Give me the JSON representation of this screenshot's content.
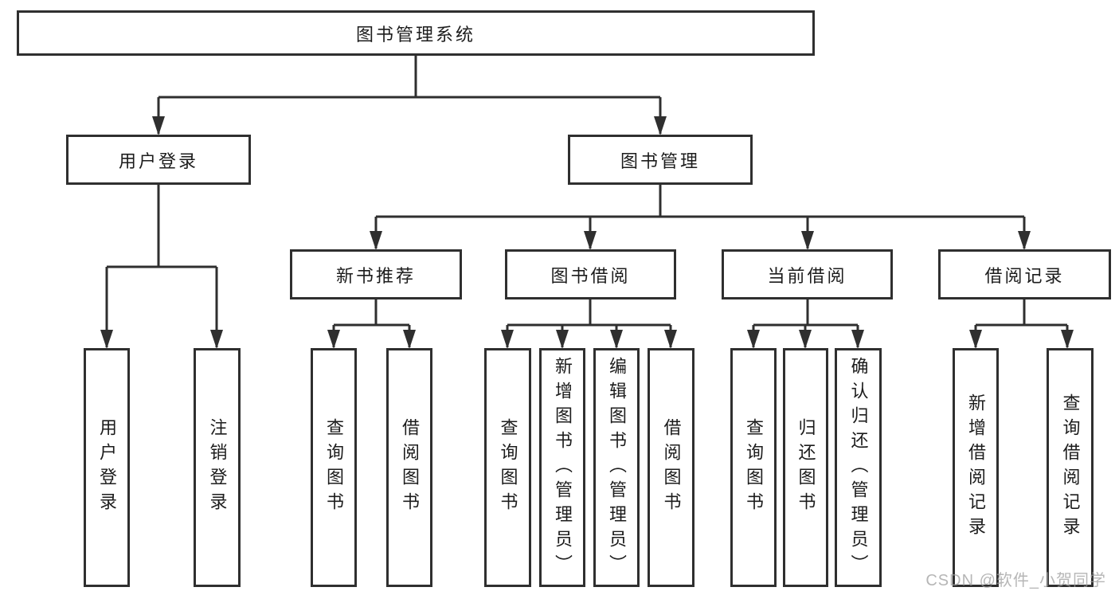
{
  "tree": {
    "label": "图书管理系统",
    "children": [
      {
        "label": "用户登录",
        "children": [
          {
            "label": "用户登录"
          },
          {
            "label": "注销登录"
          }
        ]
      },
      {
        "label": "图书管理",
        "children": [
          {
            "label": "新书推荐",
            "children": [
              {
                "label": "查询图书"
              },
              {
                "label": "借阅图书"
              }
            ]
          },
          {
            "label": "图书借阅",
            "children": [
              {
                "label": "查询图书"
              },
              {
                "label": "新增图书（管理员）"
              },
              {
                "label": "编辑图书（管理员）"
              },
              {
                "label": "借阅图书"
              }
            ]
          },
          {
            "label": "当前借阅",
            "children": [
              {
                "label": "查询图书"
              },
              {
                "label": "归还图书"
              },
              {
                "label": "确认归还（管理员）"
              }
            ]
          },
          {
            "label": "借阅记录",
            "children": [
              {
                "label": "新增借阅记录"
              },
              {
                "label": "查询借阅记录"
              }
            ]
          }
        ]
      }
    ]
  },
  "watermark": {
    "text": "CSDN @软件_小贺同学"
  },
  "colors": {
    "line": "#2f2f2f",
    "text": "#1c1c1c",
    "box_background": "#ffffff",
    "watermark": "#9e9e9e"
  }
}
